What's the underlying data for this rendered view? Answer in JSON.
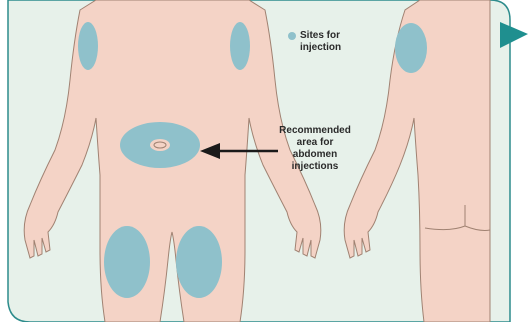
{
  "legend": {
    "line1": "Sites for",
    "line2": "injection"
  },
  "callout": {
    "line1": "Recommended",
    "line2": "area for",
    "line3": "abdomen",
    "line4": "injections"
  },
  "colors": {
    "panel_bg": "#e7f1ea",
    "panel_border": "#2d8c8c",
    "skin": "#f4d3c6",
    "skin_outline": "#a08272",
    "injection_site": "#8fc1cb",
    "arrow": "#1a1a1a",
    "accent_triangle": "#1f8f8f"
  }
}
